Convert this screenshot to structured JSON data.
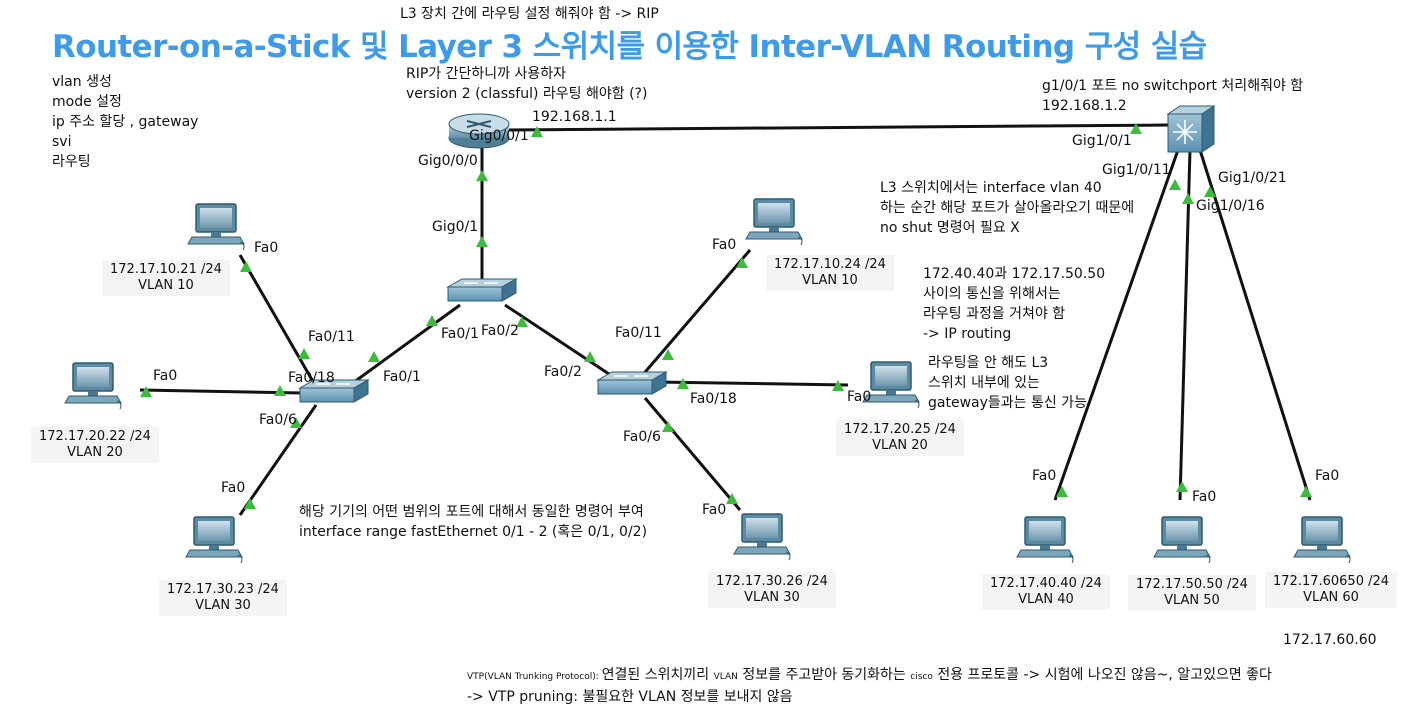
{
  "title": "Router-on-a-Stick 및 Layer 3 스위치를 이용한 Inter-VLAN Routing 구성 실습",
  "notes": {
    "top_rip": "L3 장치 간에 라우팅 설정 해줘야 함 -> RIP",
    "steps": [
      "vlan 생성",
      "mode 설정",
      "ip 주소 할당 , gateway",
      "svi",
      "라우팅"
    ],
    "rip_lines": [
      "RIP가 간단하니까 사용하자",
      "version 2 (classful) 라우팅 해야함 (?)"
    ],
    "switchport_lines": [
      "g1/0/1 포트 no switchport 처리해줘야 함",
      "192.168.1.2"
    ],
    "svi_lines": [
      "L3 스위치에서는 interface vlan 40",
      "하는 순간 해당 포트가 살아올라오기 때문에",
      "no shut 명령어 필요 X"
    ],
    "iprouting_lines": [
      "172.40.40과 172.17.50.50",
      "사이의 통신을 위해서는",
      "라우팅 과정을 거쳐야 함",
      "-> IP routing"
    ],
    "gateway_lines": [
      "라우팅을 안 해도 L3",
      "스위치 내부에 있는",
      "gateway들과는 통신 가능"
    ],
    "range_lines": [
      "해당 기기의 어떤 범위의 포트에 대해서 동일한 명령어 부여",
      "interface range fastEthernet 0/1 - 2 (혹은 0/1, 0/2)"
    ],
    "extra_ip": "172.17.60.60",
    "vtp_line1_a": "VTP(VLAN Trunking Protocol): ",
    "vtp_line1_b": "연결된 스위치끼리 ",
    "vtp_line1_c": "VLAN",
    "vtp_line1_d": " 정보를 주고받아 동기화하는 ",
    "vtp_line1_e": "cisco",
    "vtp_line1_f": " 전용 프로토콜 -> 시험에 나오진 않음~, 알고있으면 좋다",
    "vtp_line2": "-> VTP pruning: 불필요한 VLAN 정보를 보내지 않음"
  },
  "ports": {
    "router_gig001": "Gig0/0/1",
    "router_gig000": "Gig0/0/0",
    "router_ip": "192.168.1.1",
    "top_gig01": "Gig0/1",
    "top_fa01": "Fa0/1",
    "top_fa02": "Fa0/2",
    "left_fa011": "Fa0/11",
    "left_fa018": "Fa0/18",
    "left_fa06": "Fa0/6",
    "left_fa01": "Fa0/1",
    "right_fa02": "Fa0/2",
    "right_fa011": "Fa0/11",
    "right_fa018": "Fa0/18",
    "right_fa06": "Fa0/6",
    "l3_gig101": "Gig1/0/1",
    "l3_gig1011": "Gig1/0/11",
    "l3_gig1021": "Gig1/0/21",
    "l3_gig1016": "Gig1/0/16",
    "pc_fa0": "Fa0"
  },
  "pcs": [
    {
      "ip": "172.17.10.21 /24",
      "vlan": "VLAN 10"
    },
    {
      "ip": "172.17.20.22 /24",
      "vlan": "VLAN 20"
    },
    {
      "ip": "172.17.30.23 /24",
      "vlan": "VLAN 30"
    },
    {
      "ip": "172.17.10.24 /24",
      "vlan": "VLAN 10"
    },
    {
      "ip": "172.17.20.25 /24",
      "vlan": "VLAN 20"
    },
    {
      "ip": "172.17.30.26 /24",
      "vlan": "VLAN 30"
    },
    {
      "ip": "172.17.40.40 /24",
      "vlan": "VLAN 40"
    },
    {
      "ip": "172.17.50.50 /24",
      "vlan": "VLAN 50"
    },
    {
      "ip": "172.17.60650 /24",
      "vlan": "VLAN 60"
    }
  ],
  "colors": {
    "title": "#3d9be9",
    "link": "#111111",
    "link_up_arrow": "#3dbb3d",
    "device_body": "#4f8fb0",
    "pc_screen": "#4e7f9a"
  },
  "icons": [
    "router-icon",
    "switch-icon",
    "l3-switch-icon",
    "pc-icon",
    "link-up-arrow-icon"
  ]
}
